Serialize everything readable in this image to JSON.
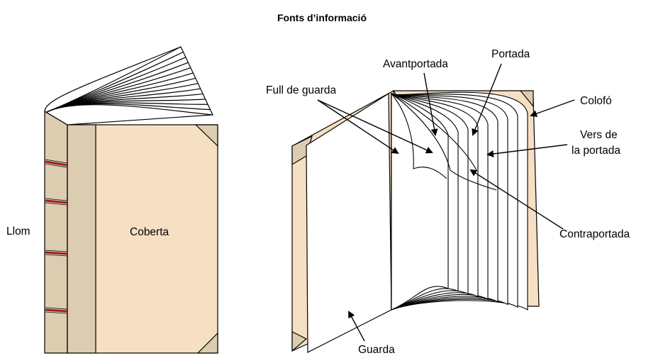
{
  "title": "Fonts d’informació",
  "colors": {
    "cover": "#f6dfc2",
    "cover_dark": "#dccdb1",
    "band": "#a31c22",
    "outline": "#000000",
    "page": "#ffffff"
  },
  "labels": {
    "llom": "Llom",
    "coberta": "Coberta",
    "full_de_guarda": "Full de guarda",
    "avantportada": "Avantportada",
    "portada": "Portada",
    "colofo": "Colofó",
    "vers_line1": "Vers de",
    "vers_line2": "la portada",
    "contraportada": "Contraportada",
    "guarda": "Guarda"
  }
}
